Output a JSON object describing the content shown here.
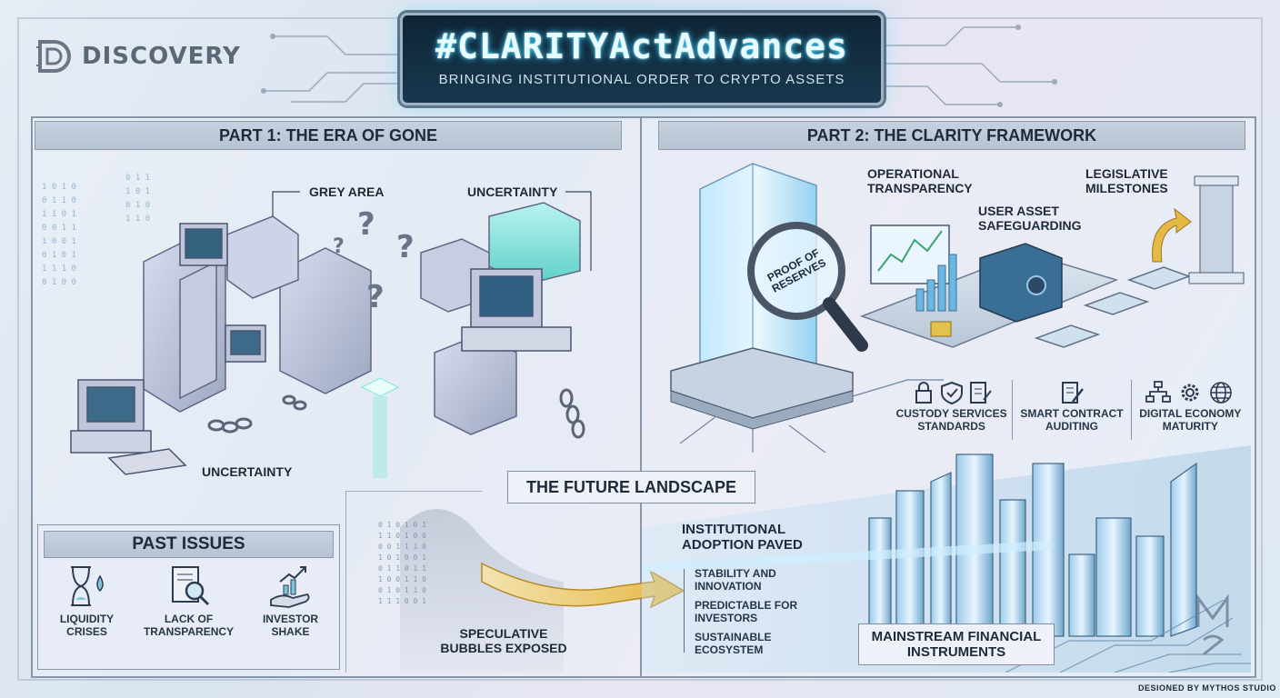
{
  "brand": {
    "name": "DISCOVERY",
    "logo_icon": "d-logo-icon"
  },
  "title": {
    "hashtag": "#CLARITYActAdvances",
    "subtitle": "BRINGING INSTITUTIONAL ORDER TO CRYPTO ASSETS"
  },
  "part1": {
    "header": "PART 1: THE ERA OF GONE",
    "labels": {
      "grey_area": "GREY AREA",
      "uncertainty_top": "UNCERTAINTY",
      "uncertainty_bottom": "UNCERTAINTY"
    },
    "past_issues": {
      "title": "PAST ISSUES",
      "items": [
        {
          "label": "LIQUIDITY CRISES",
          "icon": "hourglass-drop-icon"
        },
        {
          "label": "LACK OF TRANSPARENCY",
          "icon": "document-magnifier-icon"
        },
        {
          "label": "INVESTOR SHAKE",
          "icon": "hand-chart-icon"
        }
      ]
    },
    "speculative": "SPECULATIVE BUBBLES EXPOSED"
  },
  "part2": {
    "header": "PART 2: THE CLARITY FRAMEWORK",
    "proof_of_reserves": "PROOF OF RESERVES",
    "operational_transparency": "OPERATIONAL TRANSPARENCY",
    "user_asset_safeguarding": "USER ASSET SAFEGUARDING",
    "legislative_milestones": "LEGISLATIVE MILESTONES",
    "pillars": [
      {
        "label": "CUSTODY SERVICES STANDARDS",
        "icons": [
          "lock-icon",
          "shield-check-icon",
          "document-pen-icon"
        ]
      },
      {
        "label": "SMART CONTRACT AUDITING",
        "icons": [
          "contract-pen-icon"
        ]
      },
      {
        "label": "DIGITAL ECONOMY MATURITY",
        "icons": [
          "network-icon",
          "gear-icon",
          "globe-icon"
        ]
      }
    ]
  },
  "future": {
    "header": "THE FUTURE LANDSCAPE",
    "institutional": "INSTITUTIONAL ADOPTION PAVED",
    "benefits": [
      "STABILITY AND INNOVATION",
      "PREDICTABLE FOR INVESTORS",
      "SUSTAINABLE ECOSYSTEM"
    ],
    "mainstream": "MAINSTREAM FINANCIAL INSTRUMENTS"
  },
  "credit": "DESIONED BY MYTHOS STUDIO",
  "colors": {
    "banner_bg": "#15304a",
    "glow": "#39d3ff",
    "arrow_gold": "#e6b845",
    "panel_border": "#8796a8"
  }
}
